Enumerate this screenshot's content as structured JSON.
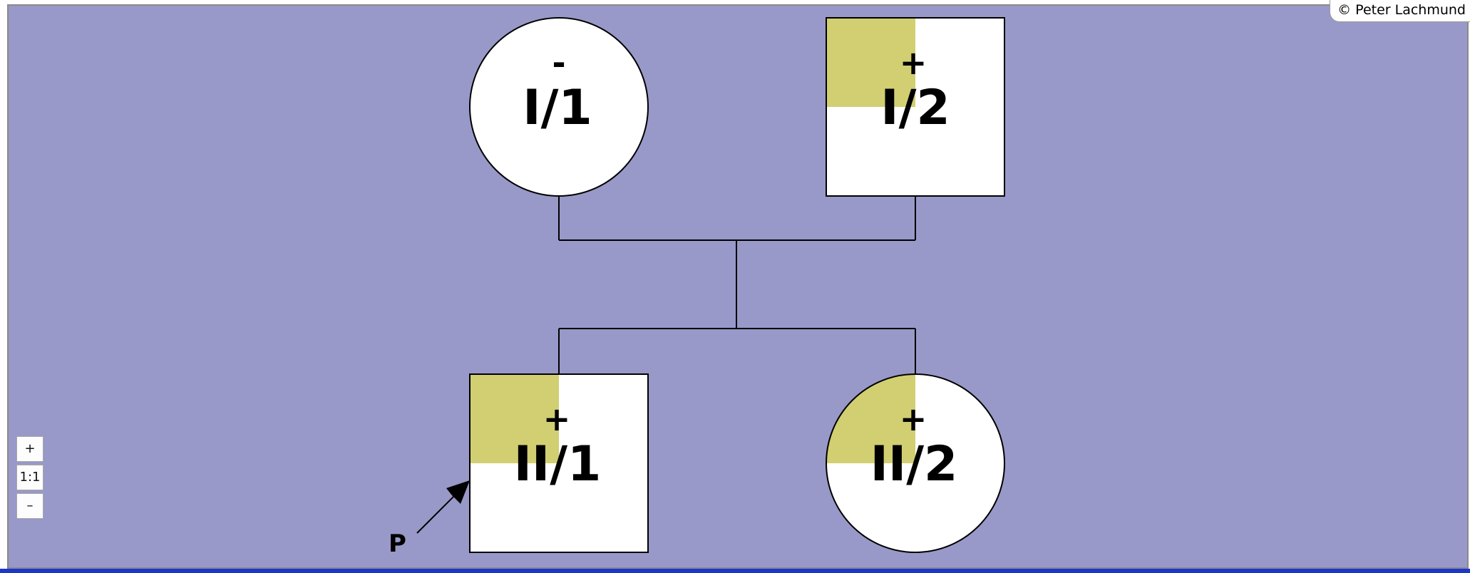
{
  "copyright": "© Peter Lachmund",
  "zoom": {
    "zoom_in_label": "+",
    "reset_label": "1:1",
    "zoom_out_label": "–"
  },
  "colors": {
    "background": "#9899c8",
    "symbol_fill": "#ffffff",
    "affected_fill": "#d1cf72",
    "line": "#000000"
  },
  "pedigree": {
    "individuals": [
      {
        "id": "I/1",
        "sign": "-",
        "sex": "female",
        "affected_quadrant": "none",
        "generation": 1,
        "position": 1
      },
      {
        "id": "I/2",
        "sign": "+",
        "sex": "male",
        "affected_quadrant": "top-left",
        "generation": 1,
        "position": 2
      },
      {
        "id": "II/1",
        "sign": "+",
        "sex": "male",
        "affected_quadrant": "top-left",
        "generation": 2,
        "position": 1,
        "proband": true
      },
      {
        "id": "II/2",
        "sign": "+",
        "sex": "female",
        "affected_quadrant": "top-left",
        "generation": 2,
        "position": 2
      }
    ],
    "proband_marker": "P"
  }
}
